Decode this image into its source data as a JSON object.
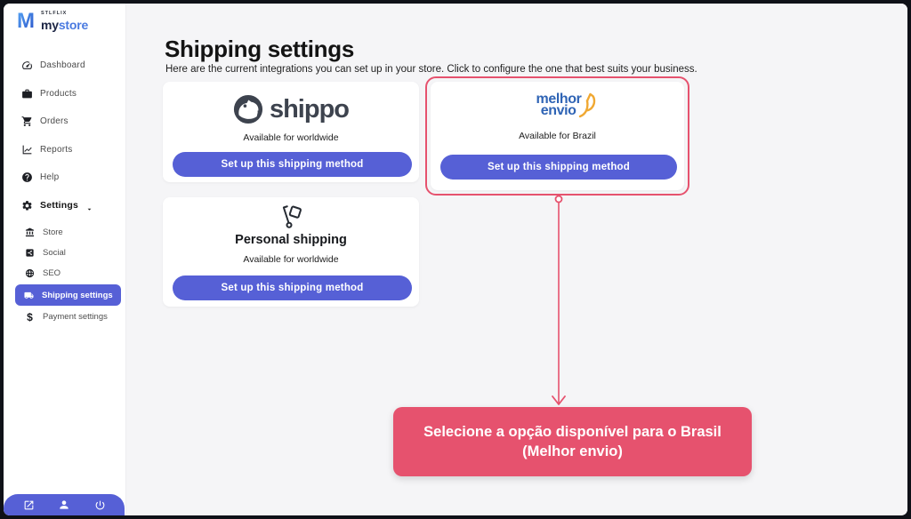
{
  "brand": {
    "small": "STLFLIX",
    "name_part1": "my",
    "name_part2": "store",
    "monogram": "M"
  },
  "sidebar": {
    "items": [
      {
        "label": "Dashboard",
        "icon": "dashboard"
      },
      {
        "label": "Products",
        "icon": "briefcase"
      },
      {
        "label": "Orders",
        "icon": "cart"
      },
      {
        "label": "Reports",
        "icon": "chart"
      },
      {
        "label": "Help",
        "icon": "help"
      }
    ],
    "settings": {
      "label": "Settings"
    },
    "settings_items": [
      {
        "label": "Store",
        "icon": "bank",
        "active": false
      },
      {
        "label": "Social",
        "icon": "share",
        "active": false
      },
      {
        "label": "SEO",
        "icon": "globe",
        "active": false
      },
      {
        "label": "Shipping settings",
        "icon": "truck",
        "active": true
      },
      {
        "label": "Payment settings",
        "icon": "dollar",
        "active": false
      }
    ],
    "payment_glyph": "$"
  },
  "main": {
    "title": "Shipping settings",
    "subtitle": "Here are the current integrations you can set up in your store. Click to configure the one that best suits your business.",
    "cards": [
      {
        "name": "shippo",
        "logo_text": "shippo",
        "availability": "Available for worldwide",
        "button": "Set up this shipping method"
      },
      {
        "name": "melhor-envio",
        "logo_line1": "melhor",
        "logo_line2": "envio",
        "availability": "Available for Brazil",
        "button": "Set up this shipping method",
        "highlighted": true
      },
      {
        "name": "personal-shipping",
        "title": "Personal shipping",
        "availability": "Available for worldwide",
        "button": "Set up this shipping method"
      }
    ]
  },
  "annotation": {
    "line1": "Selecione a opção disponível para o Brasil",
    "line2": "(Melhor envio)"
  },
  "colors": {
    "accent_blue": "#5660d6",
    "annotation_red": "#e6526e",
    "main_bg": "#f5f5f7",
    "shippo_dark": "#3d434e",
    "melhor_blue": "#2f64b5",
    "melhor_yellow": "#f0a832",
    "brand_navy": "#1c2544",
    "brand_blue": "#4a7ae0"
  }
}
